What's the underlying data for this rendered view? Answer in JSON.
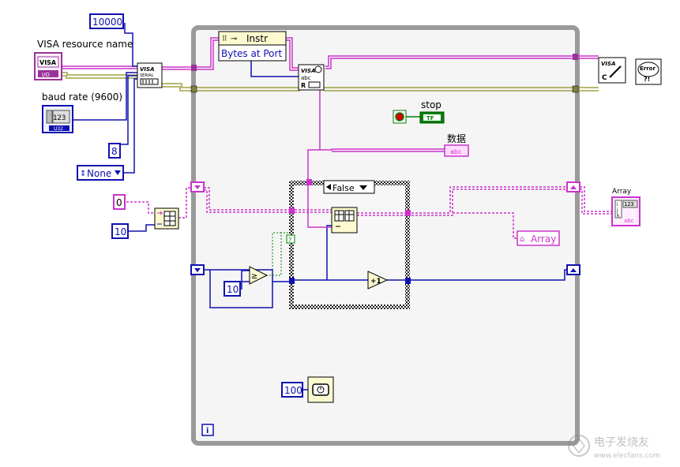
{
  "controls": {
    "visa_label": "VISA resource name",
    "visa_icon": "VISA",
    "visa_icon_sub": "I/O",
    "timeout_value": "10000",
    "baud_label": "baud rate (9600)",
    "baud_digits": "123",
    "baud_unit": "U32",
    "data_bits_value": "8",
    "parity_value": "None",
    "zero_value": "0",
    "ten_value_a": "10",
    "ten_value_b": "10",
    "wait_ms_value": "100"
  },
  "nodes": {
    "serial_config_title": "VISA",
    "serial_config_sub": "SERIAL",
    "property_class": "Instr",
    "property_name": "Bytes at Port",
    "visa_read_title": "VISA",
    "visa_read_sub": "abc",
    "visa_read_r": "R",
    "visa_close_title": "VISA",
    "visa_close_sub": "C",
    "error_text_line1": "Error",
    "error_text_line2": "?!",
    "stop_label": "stop",
    "stop_tf": "TF",
    "data_label": "数据",
    "data_abc": "abc",
    "case_selector": "False",
    "array_local_label": "Array",
    "increment_text": "+1",
    "compare_symbol": "≥",
    "loop_iteration": "i",
    "question_mark": "?",
    "array_indicator_label": "Array",
    "array_indicator_index_i": "i",
    "array_indicator_index_j": "j",
    "array_indicator_index_k": "k",
    "array_indicator_digits": "123",
    "array_indicator_abc": "abc"
  },
  "watermark": {
    "brand_cn": "电子发烧友",
    "url": "www.elecfans.com"
  },
  "colors": {
    "cluster_pink": "#cc33cc",
    "error_olive": "#a0a040",
    "numeric_blue": "#1010b0",
    "boolean_green": "#008000",
    "loop_border": "#9a9a9a",
    "loop_fill": "#f5f5f5",
    "node_fill": "#fdfad0"
  }
}
